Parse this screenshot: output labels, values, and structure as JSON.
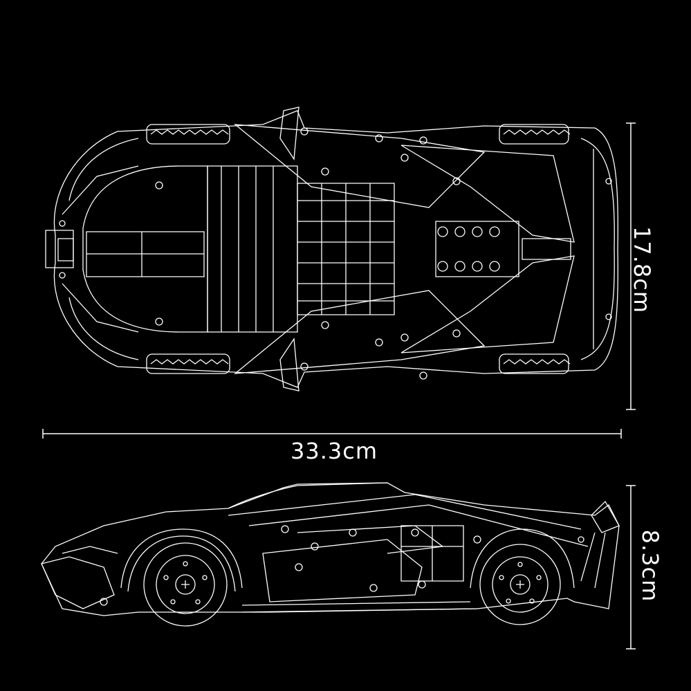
{
  "dimensions": {
    "length": "33.3cm",
    "width": "17.8cm",
    "height": "8.3cm"
  },
  "views": [
    "top-view",
    "side-view"
  ],
  "colors": {
    "background": "#000000",
    "line": "#ffffff"
  }
}
